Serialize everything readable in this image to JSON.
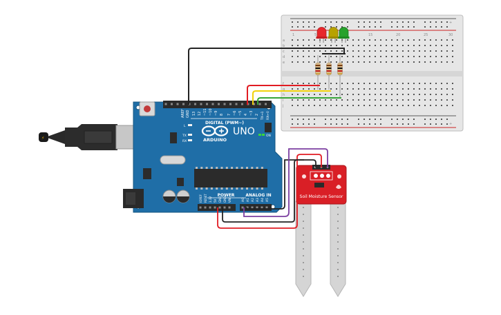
{
  "arduino": {
    "logo_text": "ARDUINO",
    "model": "UNO",
    "digital_label": "DIGITAL (PWM~)",
    "on_label": "ON",
    "power_label": "POWER",
    "analog_label": "ANALOG IN",
    "label_l": "L",
    "label_tx": "TX",
    "label_rx": "RX",
    "label_aref": "AREF",
    "label_gnd": "GND",
    "label_ioref": "IOREF",
    "label_reset": "RESET",
    "label_3v3": "3.3V",
    "label_5v": "5V",
    "label_vin": "VIN",
    "digital_pins": [
      "13",
      "12",
      "~11",
      "~10",
      "~9",
      "8",
      "7",
      "~6",
      "~5",
      "4",
      "~3",
      "2",
      "TX→1",
      "RX←0"
    ],
    "analog_pins": [
      "A0",
      "A1",
      "A2",
      "A3",
      "A4",
      "A5"
    ]
  },
  "sensor": {
    "title": "Soil Moisture Sensor"
  },
  "breadboard": {
    "row_letters": [
      "a",
      "b",
      "c",
      "d",
      "e",
      "f",
      "g",
      "h",
      "i",
      "j"
    ],
    "column_numbers": [
      "1",
      "5",
      "10",
      "15",
      "20",
      "25",
      "30"
    ]
  },
  "leds": [
    {
      "color": "#e8262b"
    },
    {
      "color": "#b8a200"
    },
    {
      "color": "#27a22c"
    }
  ],
  "wire_colors": {
    "black": "#222222",
    "red": "#e11b22",
    "yellow": "#f2d20a",
    "green": "#37a537",
    "purple": "#7b3ea0",
    "board": "#1f6ea7",
    "sensor_board": "#d91f26"
  }
}
